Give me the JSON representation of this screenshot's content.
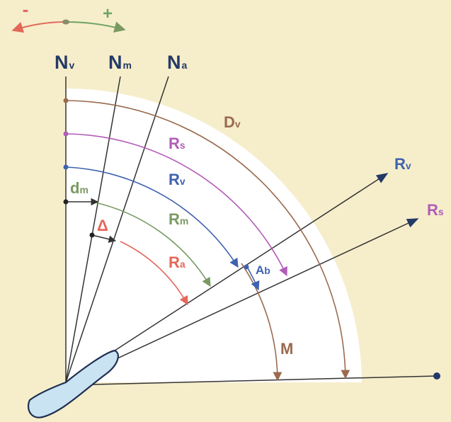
{
  "legend": {
    "minus": "-",
    "plus": "+",
    "minus_color": "#e2675a",
    "plus_color": "#6ea565",
    "dot_color": "#8b8b6a"
  },
  "labels": {
    "nv": {
      "main": "N",
      "sub": "v"
    },
    "nm": {
      "main": "N",
      "sub": "m"
    },
    "na": {
      "main": "N",
      "sub": "a"
    },
    "dv": {
      "main": "D",
      "sub": "v"
    },
    "rs_arc": {
      "main": "R",
      "sub": "s"
    },
    "rv_arc": {
      "main": "R",
      "sub": "v"
    },
    "rm_arc": {
      "main": "R",
      "sub": "m"
    },
    "ra_arc": {
      "main": "R",
      "sub": "a"
    },
    "dm": {
      "main": "d",
      "sub": "m"
    },
    "delta": {
      "main": "Δ",
      "sub": ""
    },
    "ab": {
      "main": "A",
      "sub": "b"
    },
    "m": {
      "main": "M",
      "sub": ""
    },
    "rv_ray": {
      "main": "R",
      "sub": "v"
    },
    "rs_ray": {
      "main": "R",
      "sub": "s"
    }
  },
  "colors": {
    "background": "#f6eecb",
    "fan": "#ffffff",
    "line": "#333333",
    "dv": "#9a6a4e",
    "rs": "#b25cb8",
    "rv": "#3f62b0",
    "rm": "#7a9a62",
    "ra": "#e4675a",
    "navy": "#243a66",
    "ship_fill": "#c9e3f2",
    "ship_stroke": "#1f2f52"
  }
}
